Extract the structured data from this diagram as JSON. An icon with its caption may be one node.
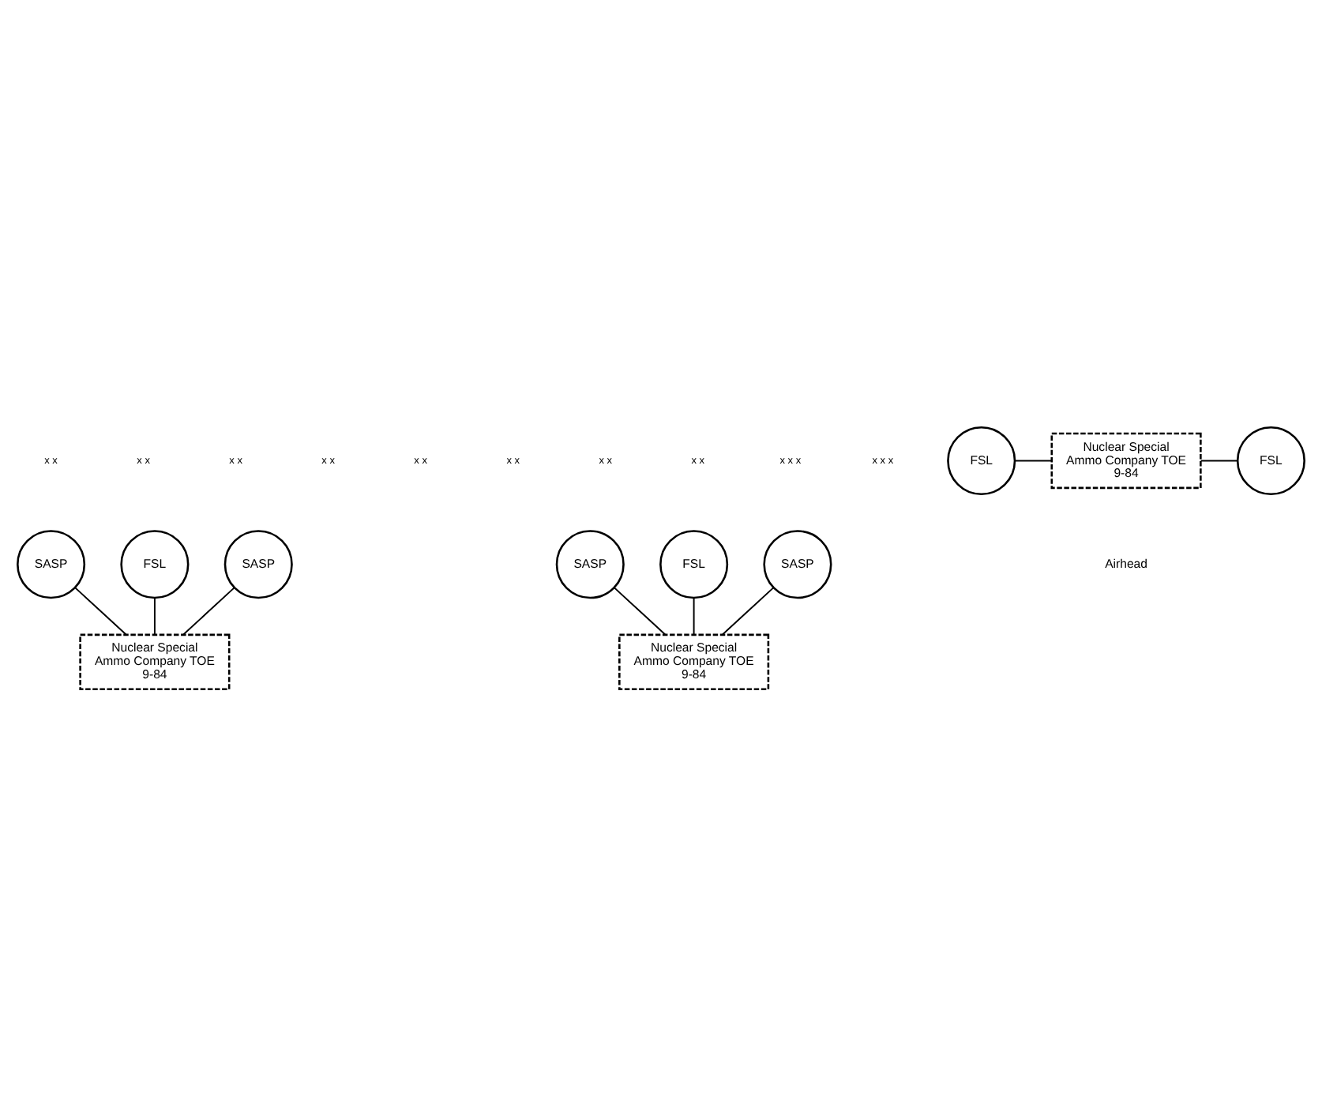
{
  "diagram": {
    "nodes": [
      {
        "text": [
          "SASP"
        ]
      },
      {
        "text": [
          "FSL"
        ]
      },
      {
        "text": [
          "SASP"
        ]
      },
      {
        "text": [
          "Nuclear Special Ammo Company TOE 9-84"
        ]
      },
      {
        "text": [
          "SASP"
        ]
      },
      {
        "text": [
          "FSL"
        ]
      },
      {
        "text": [
          "SASP"
        ]
      },
      {
        "text": [
          "Nuclear Special Ammo Company TOE 9-84"
        ]
      },
      {
        "text": [
          "FSL"
        ]
      },
      {
        "text": [
          "Nuclear Special Ammo Company TOE 9-84"
        ]
      },
      {
        "text": [
          "FSL"
        ]
      }
    ],
    "edges": [
      {
        "from": 0,
        "to": 3,
        "arrow": "none"
      },
      {
        "from": 1,
        "to": 3,
        "arrow": "none"
      },
      {
        "from": 2,
        "to": 3,
        "arrow": "none"
      },
      {
        "from": 4,
        "to": 7,
        "arrow": "none"
      },
      {
        "from": 5,
        "to": 7,
        "arrow": "none"
      },
      {
        "from": 6,
        "to": 7,
        "arrow": "none"
      },
      {
        "from": 8,
        "to": 9,
        "arrow": "none"
      },
      {
        "from": 9,
        "to": 10,
        "arrow": "none"
      }
    ],
    "labels": [
      "x x",
      "x x",
      "x x",
      "x x",
      "x x",
      "x x",
      "x x",
      "x x",
      "x x x",
      "x x x",
      "Airhead"
    ]
  }
}
